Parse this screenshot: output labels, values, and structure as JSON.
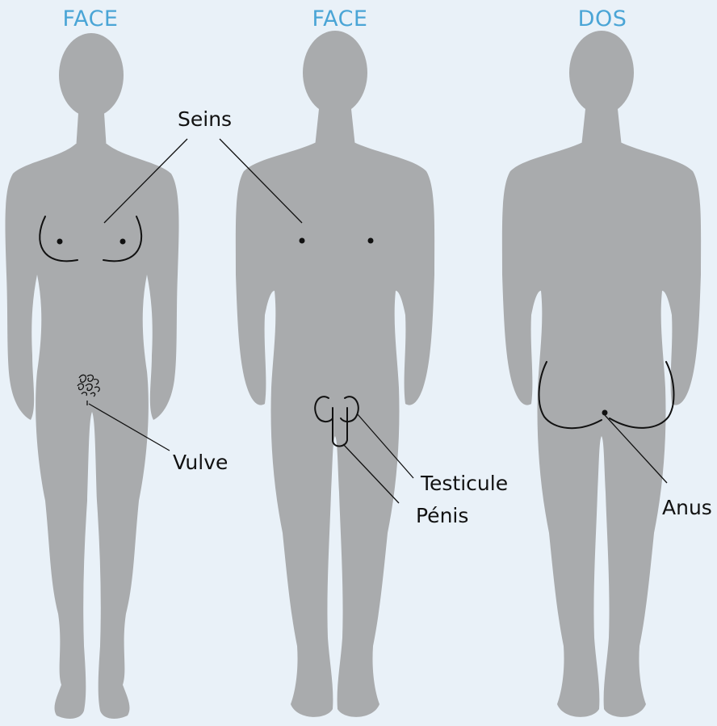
{
  "views": {
    "female_front": "FACE",
    "male_front": "FACE",
    "back": "DOS"
  },
  "labels": {
    "breasts": "Seins",
    "vulva": "Vulve",
    "testicle": "Testicule",
    "penis": "Pénis",
    "anus": "Anus"
  },
  "colors": {
    "background": "#e9f1f8",
    "silhouette": "#a9abad",
    "heading": "#4aa5d6",
    "ink": "#111111"
  }
}
